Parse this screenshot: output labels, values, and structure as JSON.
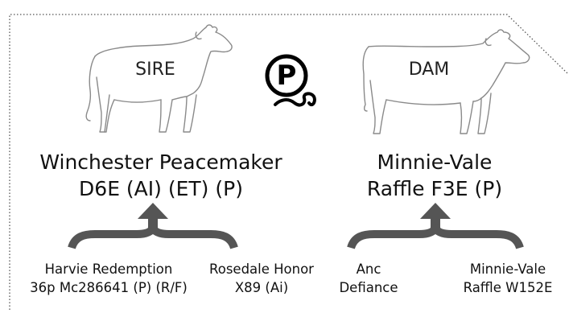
{
  "sire": {
    "label": "SIRE",
    "name_line1": "Winchester Peacemaker",
    "name_line2": "D6E (AI) (ET) (P)",
    "parents": [
      {
        "line1": "Harvie Redemption",
        "line2": "36p Mc286641 (P) (R/F)"
      },
      {
        "line1": "Rosedale Honor",
        "line2": "X89 (Ai)"
      }
    ]
  },
  "dam": {
    "label": "DAM",
    "name_line1": "Minnie-Vale",
    "name_line2": "Raffle F3E (P)",
    "parents": [
      {
        "line1": "Anc",
        "line2": "Defiance"
      },
      {
        "line1": "Minnie-Vale",
        "line2": "Raffle W152E"
      }
    ]
  },
  "poll_symbol": "P",
  "colors": {
    "bracket": "#555555",
    "outline": "#777777",
    "text": "#111111"
  }
}
